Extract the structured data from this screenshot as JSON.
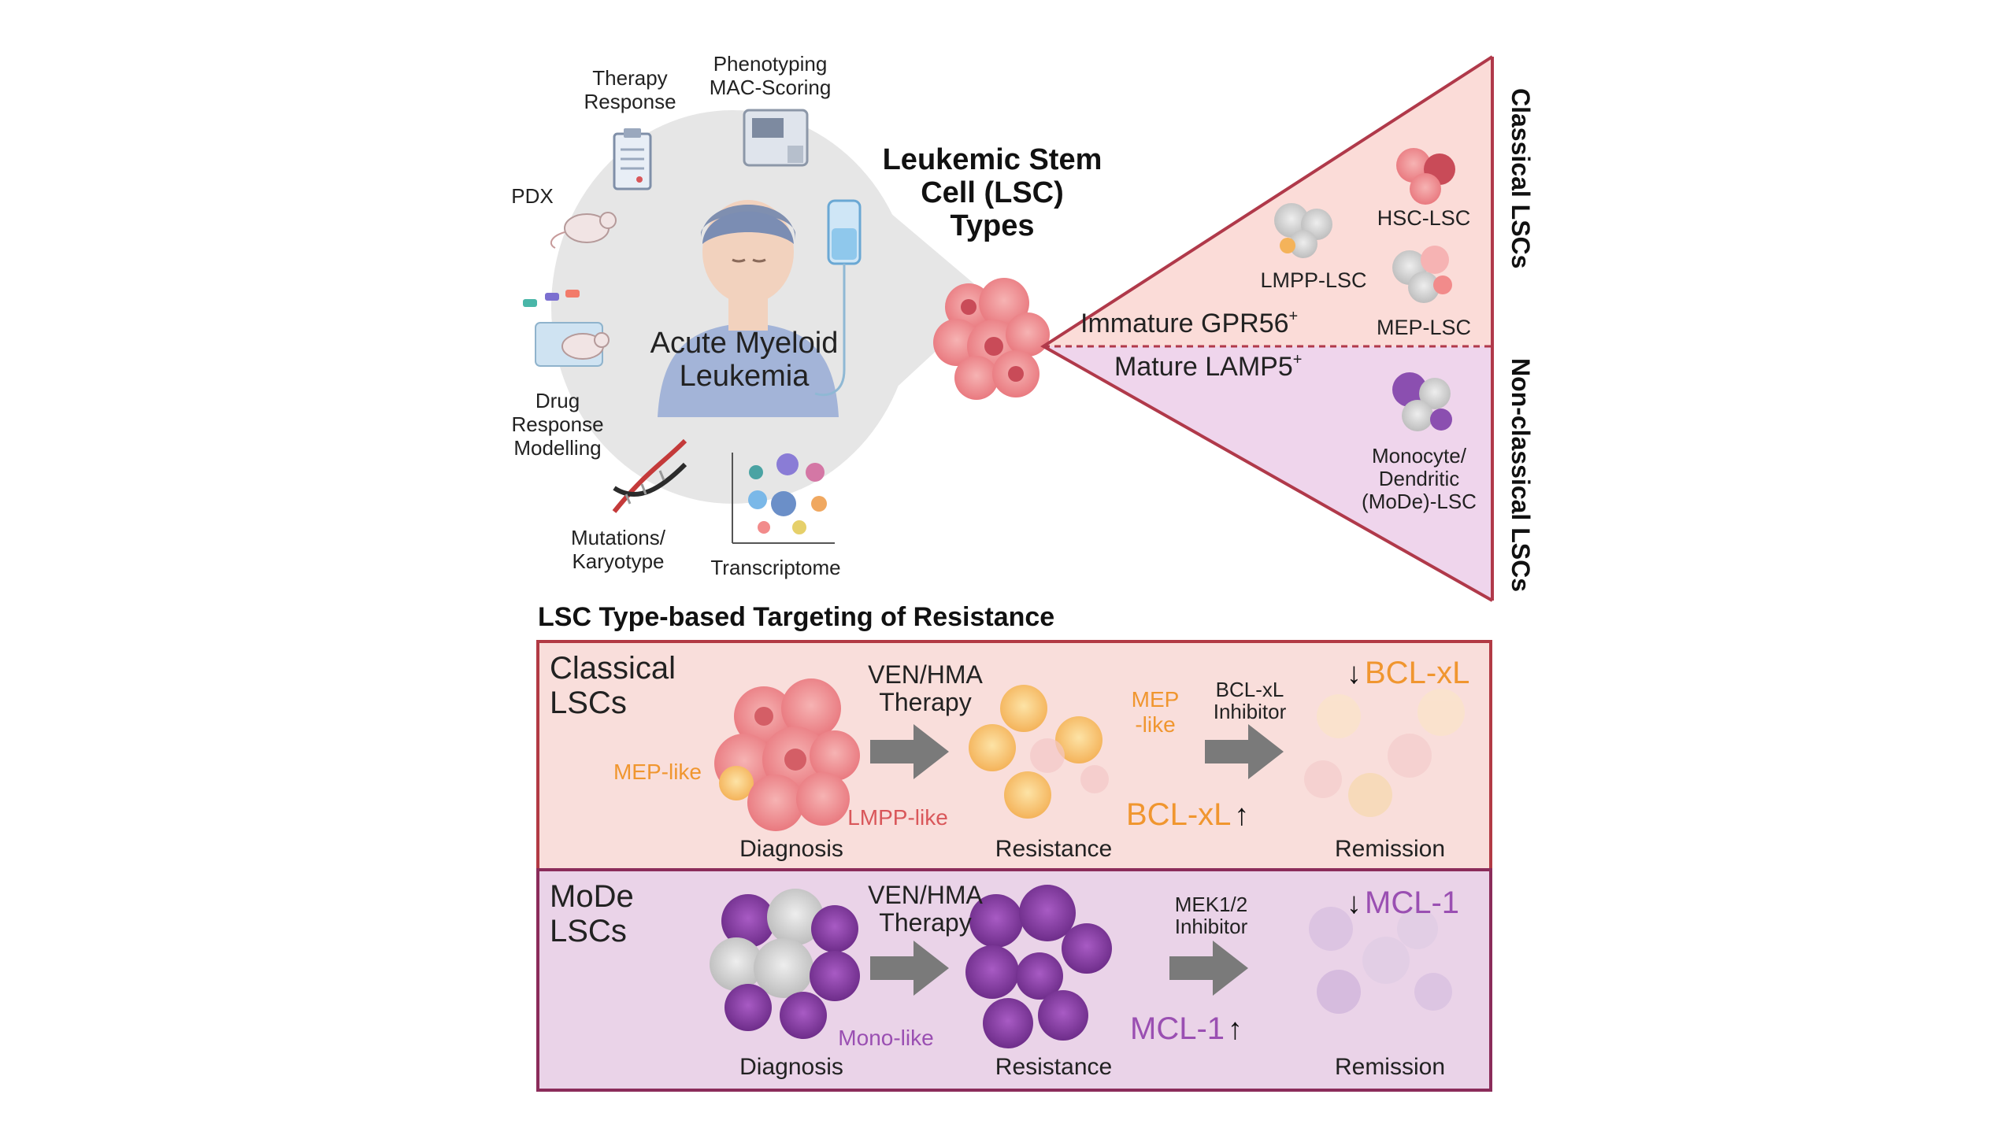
{
  "top": {
    "inputs": {
      "therapy_response": [
        "Therapy",
        "Response"
      ],
      "phenotyping": [
        "Phenotyping",
        "MAC-Scoring"
      ],
      "pdx": "PDX",
      "drug_response": [
        "Drug",
        "Response",
        "Modelling"
      ],
      "mutations": [
        "Mutations/",
        "Karyotype"
      ],
      "transcriptome": "Transcriptome"
    },
    "disease": [
      "Acute Myeloid",
      "Leukemia"
    ],
    "lsc_title": [
      "Leukemic Stem",
      "Cell (LSC)",
      "Types"
    ],
    "triangle": {
      "immature": "Immature GPR56",
      "immature_sup": "+",
      "mature": "Mature LAMP5",
      "mature_sup": "+",
      "hsc": "HSC-LSC",
      "lmpp": "LMPP-LSC",
      "mep": "MEP-LSC",
      "mode": [
        "Monocyte/",
        "Dendritic",
        "(MoDe)-LSC"
      ],
      "classical_side": "Classical LSCs",
      "nonclassical_side": "Non-classical LSCs"
    }
  },
  "bottom": {
    "section_title": "LSC Type-based Targeting of Resistance",
    "classical": {
      "label": [
        "Classical",
        "LSCs"
      ],
      "mep_like": "MEP-like",
      "lmpp_like": "LMPP-like",
      "therapy": [
        "VEN/HMA",
        "Therapy"
      ],
      "mep_like_res": [
        "MEP",
        "-like"
      ],
      "inhibitor": [
        "BCL-xL",
        "Inhibitor"
      ],
      "marker_up": "BCL-xL",
      "marker_down": "BCL-xL",
      "diagnosis": "Diagnosis",
      "resistance": "Resistance",
      "remission": "Remission"
    },
    "mode": {
      "label": [
        "MoDe",
        "LSCs"
      ],
      "mono_like": "Mono-like",
      "therapy": [
        "VEN/HMA",
        "Therapy"
      ],
      "inhibitor": [
        "MEK1/2",
        "Inhibitor"
      ],
      "marker_up": "MCL-1",
      "marker_down": "MCL-1",
      "diagnosis": "Diagnosis",
      "resistance": "Resistance",
      "remission": "Remission"
    }
  },
  "colors": {
    "classical_bg": "#f9dedb",
    "classical_border": "#b23a44",
    "mode_bg": "#ead3e8",
    "mode_border": "#8b2c5a",
    "triangle_top": "#fbdcd8",
    "triangle_bottom": "#efd5ec",
    "orange_text": "#f0962f",
    "purple_text": "#9a4fb2",
    "pink_text": "#d9575a"
  }
}
